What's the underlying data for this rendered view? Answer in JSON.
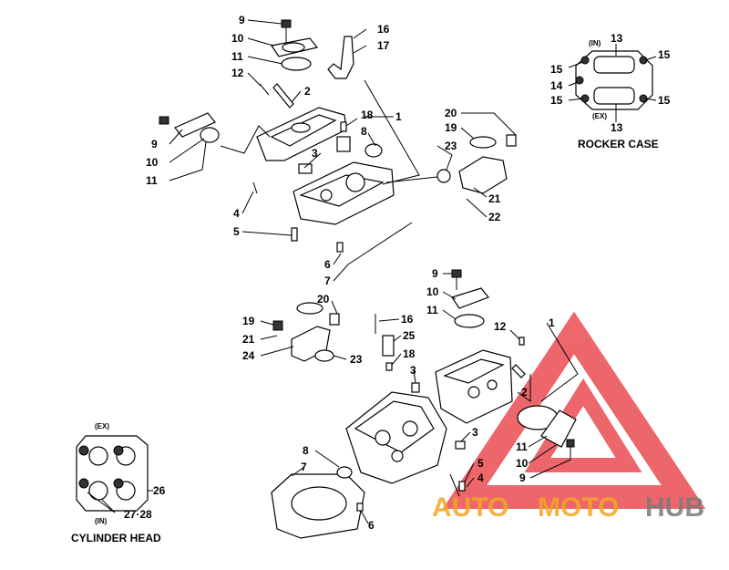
{
  "callouts_upper": [
    "9",
    "10",
    "11",
    "12",
    "2",
    "16",
    "17",
    "1",
    "18",
    "8",
    "3",
    "20",
    "19",
    "23",
    "9",
    "10",
    "11",
    "4",
    "5",
    "21",
    "22",
    "6",
    "7"
  ],
  "callouts_lower": [
    "9",
    "10",
    "11",
    "12",
    "1",
    "20",
    "19",
    "21",
    "24",
    "16",
    "25",
    "18",
    "23",
    "3",
    "2",
    "3",
    "8",
    "7",
    "5",
    "4",
    "6",
    "11",
    "10",
    "9"
  ],
  "rocker": {
    "caption": "ROCKER CASE",
    "in": "(IN)",
    "ex": "(EX)",
    "labels": [
      "13",
      "15",
      "15",
      "14",
      "15",
      "15",
      "13"
    ]
  },
  "cylinder": {
    "caption": "CYLINDER HEAD",
    "ex": "(EX)",
    "in": "(IN)",
    "labels": [
      "26",
      "27·28"
    ]
  },
  "watermark": {
    "part1": "AUTO",
    "part2": "MOTO",
    "part3": "HUB",
    "colors": {
      "red": "#e8343a",
      "orange": "#f5a623",
      "gray": "#7a7a7a"
    }
  }
}
